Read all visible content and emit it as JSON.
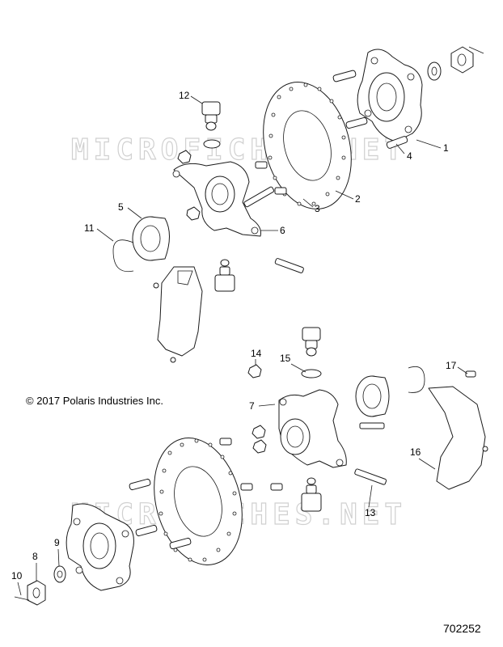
{
  "watermark": "MICROFICHES.NET",
  "copyright": "© 2017 Polaris Industries Inc.",
  "drawing_number": "702252",
  "callouts": [
    "1",
    "2",
    "3",
    "4",
    "5",
    "6",
    "7",
    "8",
    "9",
    "10",
    "11",
    "12",
    "13",
    "14",
    "15",
    "16",
    "17"
  ]
}
